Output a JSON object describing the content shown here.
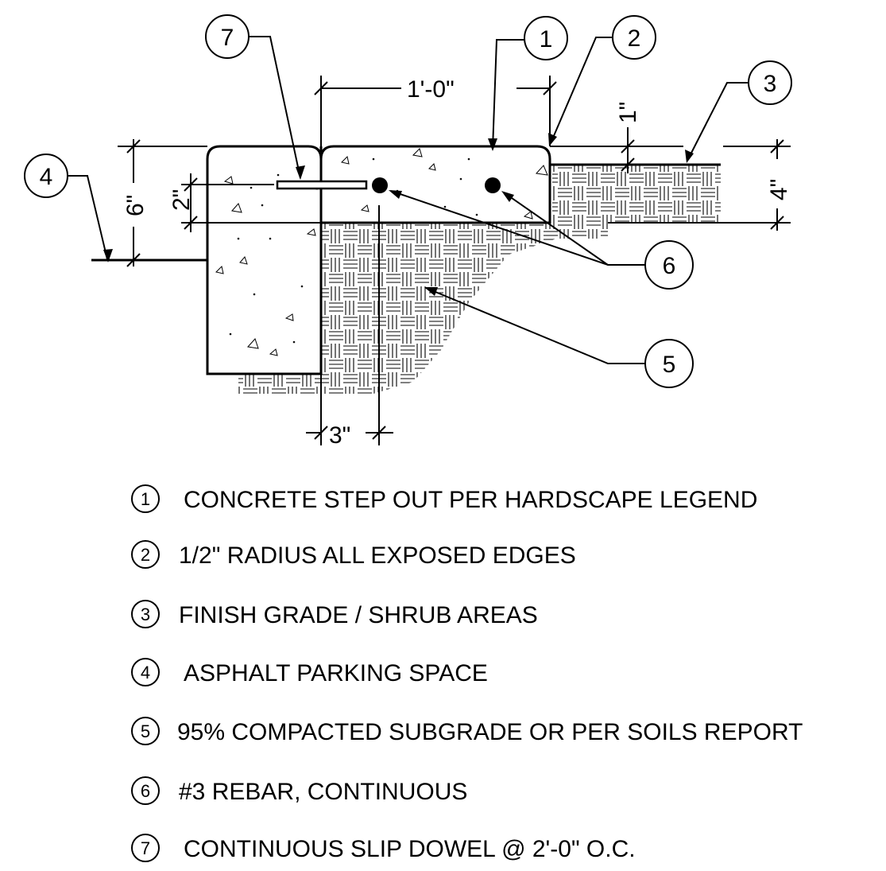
{
  "dimensions": {
    "width_label": "1'-0\"",
    "one_inch": "1\"",
    "four_inch": "4\"",
    "six_inch": "6\"",
    "two_inch": "2\"",
    "three_inch": "3\""
  },
  "callouts": [
    "1",
    "2",
    "3",
    "4",
    "5",
    "6",
    "7"
  ],
  "legend": [
    {
      "num": "1",
      "text": "CONCRETE STEP OUT PER HARDSCAPE LEGEND"
    },
    {
      "num": "2",
      "text": "1/2\" RADIUS ALL EXPOSED EDGES"
    },
    {
      "num": "3",
      "text": "FINISH GRADE / SHRUB AREAS"
    },
    {
      "num": "4",
      "text": "ASPHALT PARKING SPACE"
    },
    {
      "num": "5",
      "text": "95% COMPACTED SUBGRADE OR PER SOILS REPORT"
    },
    {
      "num": "6",
      "text": "#3 REBAR, CONTINUOUS"
    },
    {
      "num": "7",
      "text": "CONTINUOUS SLIP DOWEL @ 2'-0\" O.C."
    }
  ]
}
